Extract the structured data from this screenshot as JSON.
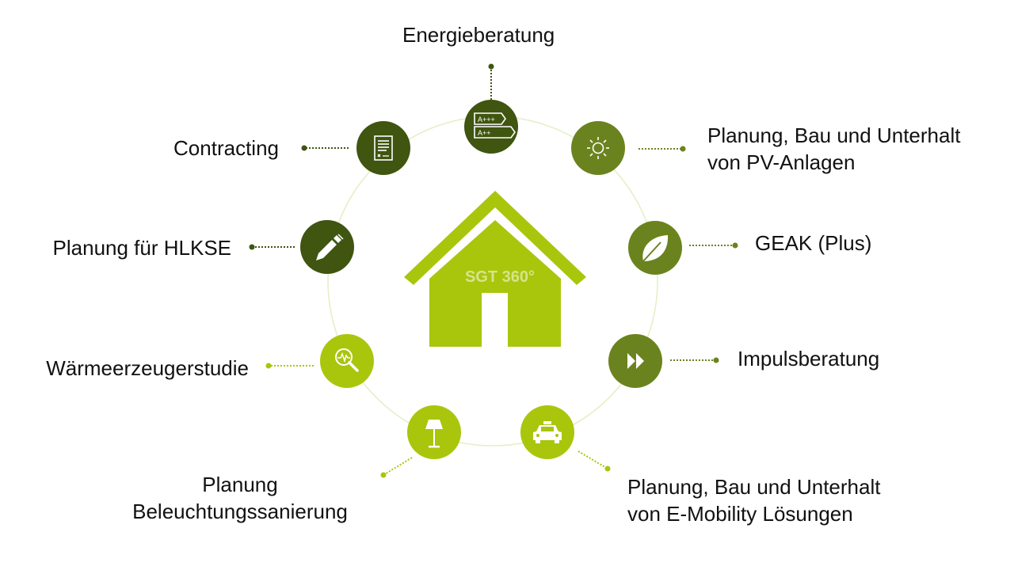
{
  "center": {
    "label": "SGT 360°"
  },
  "colors": {
    "dark": "#3f5510",
    "mid": "#6b831e",
    "light": "#a9c60d",
    "ring": "#e4eec4"
  },
  "services": [
    {
      "id": "energieberatung",
      "lines": [
        "Energieberatung"
      ],
      "icon": "energy-label-icon"
    },
    {
      "id": "pv",
      "lines": [
        "Planung, Bau und Unterhalt",
        "von PV-Anlagen"
      ],
      "icon": "sun-icon"
    },
    {
      "id": "geak",
      "lines": [
        "GEAK (Plus)"
      ],
      "icon": "leaf-icon"
    },
    {
      "id": "impuls",
      "lines": [
        "Impulsberatung"
      ],
      "icon": "fast-forward-icon"
    },
    {
      "id": "emobility",
      "lines": [
        "Planung, Bau und Unterhalt",
        "von E-Mobility Lösungen"
      ],
      "icon": "car-icon"
    },
    {
      "id": "beleuchtung",
      "lines": [
        "Planung",
        "Beleuchtungssanierung"
      ],
      "icon": "floor-lamp-icon"
    },
    {
      "id": "waerme",
      "lines": [
        "Wärmeerzeugerstudie"
      ],
      "icon": "magnifier-pulse-icon"
    },
    {
      "id": "hlkse",
      "lines": [
        "Planung für HLKSE"
      ],
      "icon": "pen-icon"
    },
    {
      "id": "contracting",
      "lines": [
        "Contracting"
      ],
      "icon": "contract-document-icon"
    }
  ]
}
